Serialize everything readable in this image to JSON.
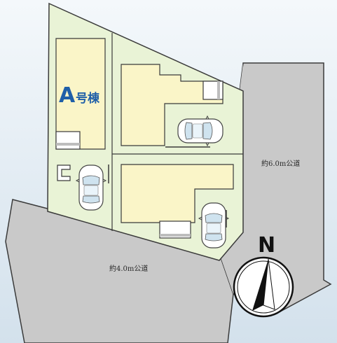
{
  "lots": [
    {
      "letter": "A",
      "suffix": "号棟"
    }
  ],
  "roads": {
    "south_label": "約4.0m公道",
    "east_label": "約6.0m公道"
  },
  "compass": {
    "label": "N"
  },
  "colors": {
    "background": "#dde7f0",
    "lot_fill": "#e9f3d6",
    "building_fill": "#faf5c8",
    "road_fill": "#c9c9c9",
    "outline": "#3a3a3a",
    "label_blue": "#1f5fa8"
  }
}
